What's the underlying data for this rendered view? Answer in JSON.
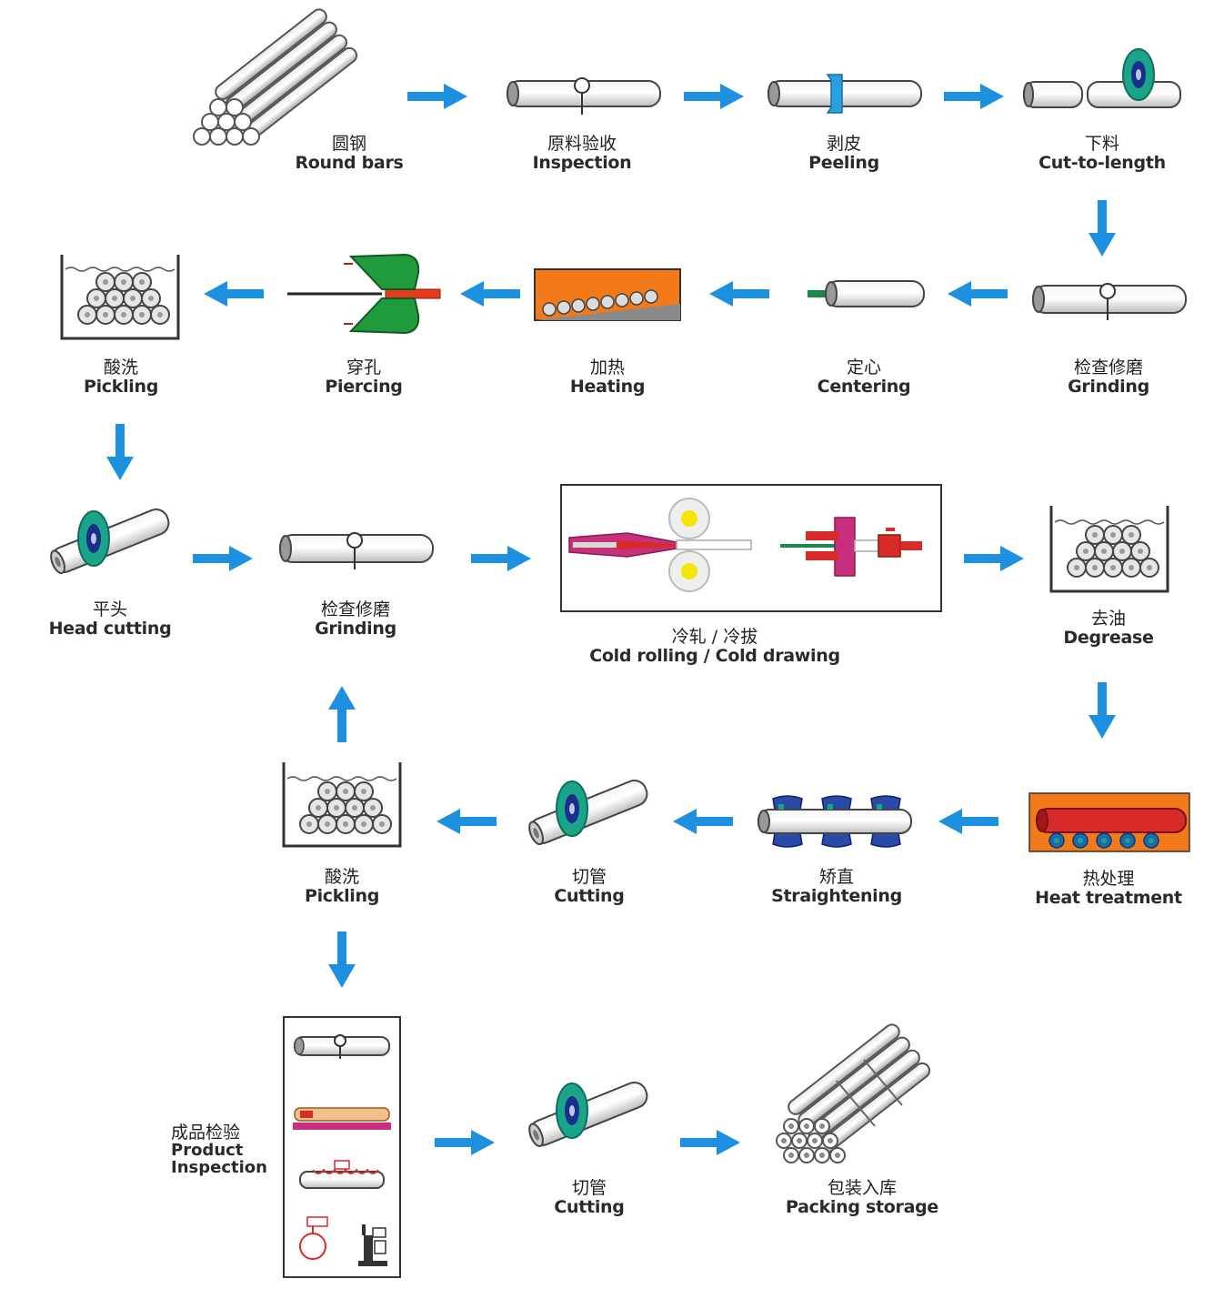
{
  "colors": {
    "arrow": "#1e90e0",
    "accent_orange": "#f27a1a",
    "accent_green": "#1a9a4a",
    "accent_teal": "#1aa58a",
    "accent_magenta": "#c8307e",
    "accent_red": "#d92a2a",
    "accent_yellow": "#f5e600",
    "accent_blue_dark": "#1a2f8a"
  },
  "steps": {
    "round_bars": {
      "zh": "圆钢",
      "en": "Round bars"
    },
    "inspection": {
      "zh": "原料验收",
      "en": "Inspection"
    },
    "peeling": {
      "zh": "剥皮",
      "en": "Peeling"
    },
    "cut_to_length": {
      "zh": "下料",
      "en": "Cut-to-length"
    },
    "grinding_1": {
      "zh": "检查修磨",
      "en": "Grinding"
    },
    "centering": {
      "zh": "定心",
      "en": "Centering"
    },
    "heating": {
      "zh": "加热",
      "en": "Heating"
    },
    "piercing": {
      "zh": "穿孔",
      "en": "Piercing"
    },
    "pickling_1": {
      "zh": "酸洗",
      "en": "Pickling"
    },
    "head_cutting": {
      "zh": "平头",
      "en": "Head cutting"
    },
    "grinding_2": {
      "zh": "检查修磨",
      "en": "Grinding"
    },
    "cold_rolling": {
      "zh": "冷轧 / 冷拔",
      "en": "Cold rolling / Cold drawing"
    },
    "degrease": {
      "zh": "去油",
      "en": "Degrease"
    },
    "heat_treatment": {
      "zh": "热处理",
      "en": "Heat treatment"
    },
    "straightening": {
      "zh": "矫直",
      "en": "Straightening"
    },
    "cutting_1": {
      "zh": "切管",
      "en": "Cutting"
    },
    "pickling_2": {
      "zh": "酸洗",
      "en": "Pickling"
    },
    "product_inspection": {
      "zh": "成品检验",
      "en1": "Product",
      "en2": "Inspection"
    },
    "cutting_2": {
      "zh": "切管",
      "en": "Cutting"
    },
    "packing_storage": {
      "zh": "包装入库",
      "en": "Packing storage"
    }
  }
}
